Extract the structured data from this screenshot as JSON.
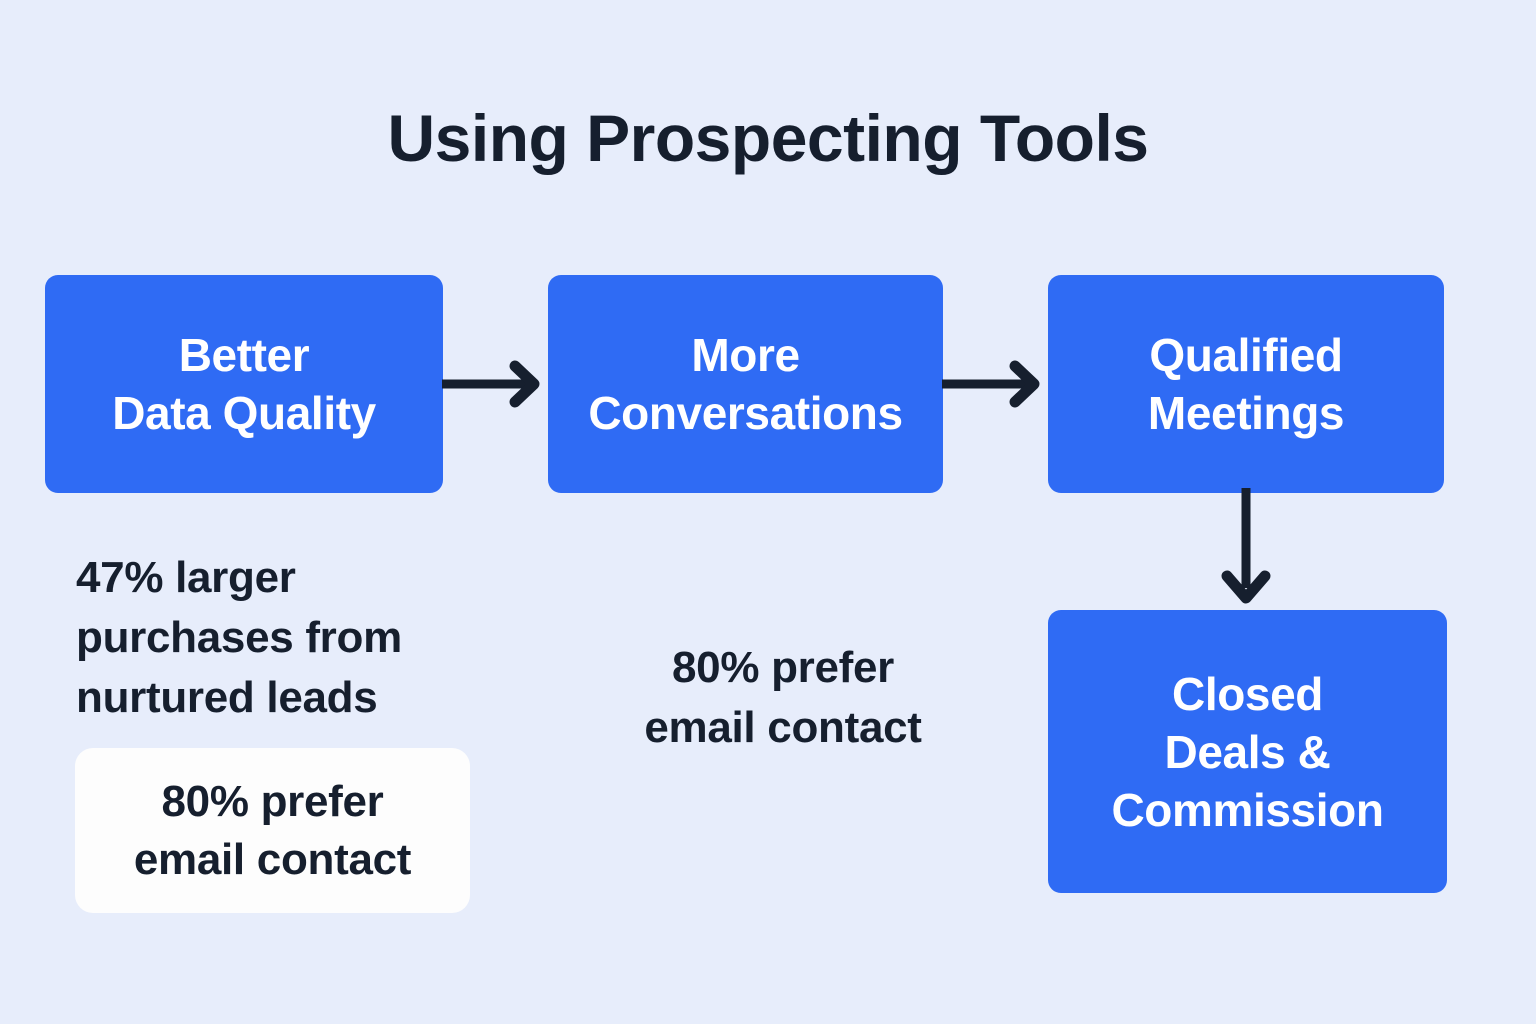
{
  "page": {
    "title": "Using Prospecting Tools",
    "background_color": "#e7edfb",
    "accent_color": "#2f6bf4",
    "text_dark_color": "#161f2e",
    "card_color": "#fdfdfd"
  },
  "diagram": {
    "type": "flowchart",
    "nodes": [
      {
        "id": "better-data-quality",
        "lines": [
          "Better",
          "Data Quality"
        ],
        "fill": "#2f6bf4",
        "text_color": "#ffffff"
      },
      {
        "id": "more-conversations",
        "lines": [
          "More",
          "Conversations"
        ],
        "fill": "#2f6bf4",
        "text_color": "#ffffff"
      },
      {
        "id": "qualified-meetings",
        "lines": [
          "Qualified",
          "Meetings"
        ],
        "fill": "#2f6bf4",
        "text_color": "#ffffff"
      },
      {
        "id": "closed-deals-commission",
        "lines": [
          "Closed",
          "Deals &",
          "Commission"
        ],
        "fill": "#2f6bf4",
        "text_color": "#ffffff"
      }
    ],
    "connectors": [
      {
        "id": "better-to-more",
        "direction": "right",
        "icon": "arrow-right-icon"
      },
      {
        "id": "more-to-qualified",
        "direction": "right",
        "icon": "arrow-right-icon"
      },
      {
        "id": "qualified-to-closed",
        "direction": "down",
        "icon": "arrow-down-icon"
      }
    ]
  },
  "annotations": {
    "stat_nurtured_leads": {
      "lines": [
        "47% larger",
        "purchases from",
        "nurtured leads"
      ]
    },
    "stat_email_center": {
      "lines": [
        "80% prefer",
        "email contact"
      ]
    },
    "stat_email_card": {
      "lines": [
        "80% prefer",
        "email contact"
      ]
    }
  }
}
